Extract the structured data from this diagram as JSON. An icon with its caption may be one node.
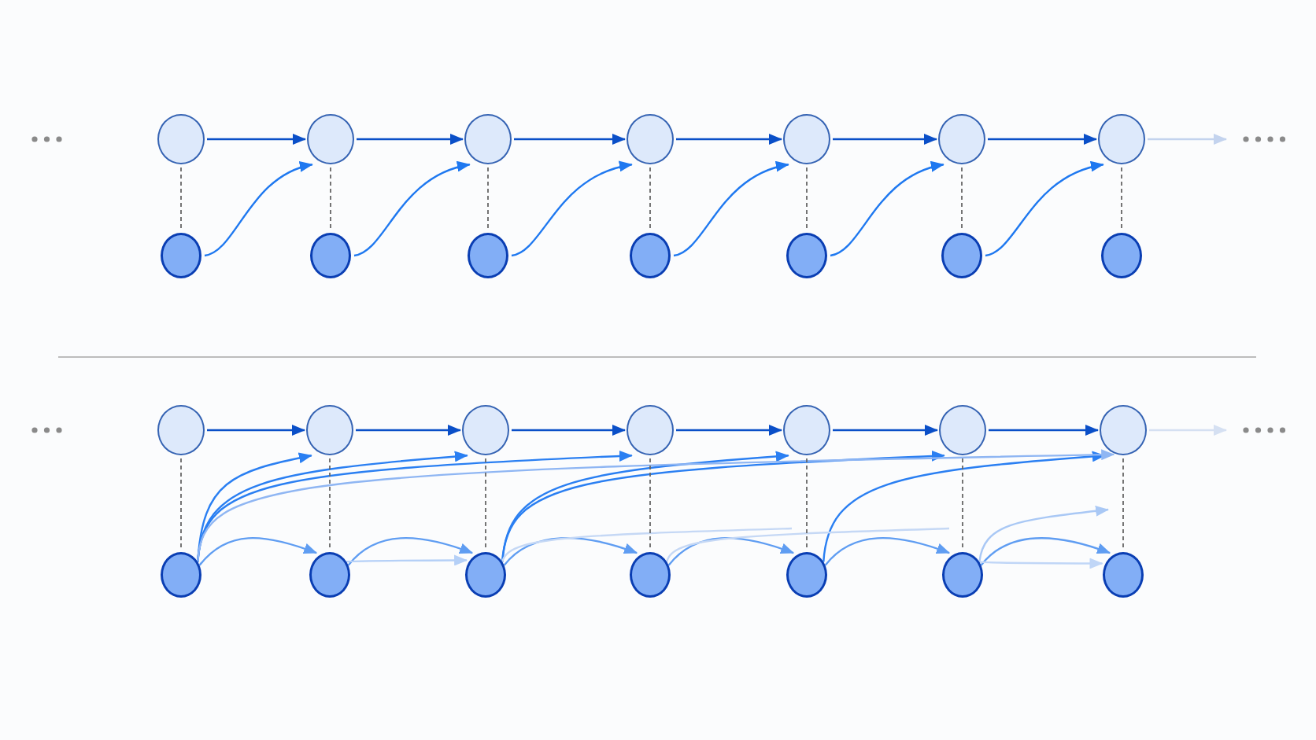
{
  "diagram": {
    "nodes": [
      {
        "text": [],
        "shape": "circle"
      },
      {
        "text": [],
        "shape": "circle"
      },
      {
        "text": [],
        "shape": "circle"
      },
      {
        "text": [],
        "shape": "circle"
      },
      {
        "text": [],
        "shape": "circle"
      },
      {
        "text": [],
        "shape": "circle"
      },
      {
        "text": [],
        "shape": "circle"
      },
      {
        "text": [],
        "shape": "circle"
      },
      {
        "text": [],
        "shape": "circle"
      },
      {
        "text": [],
        "shape": "circle"
      },
      {
        "text": [],
        "shape": "circle"
      },
      {
        "text": [],
        "shape": "circle"
      },
      {
        "text": [],
        "shape": "circle"
      },
      {
        "text": [],
        "shape": "circle"
      },
      {
        "text": [],
        "shape": "circle"
      },
      {
        "text": [],
        "shape": "circle"
      },
      {
        "text": [],
        "shape": "circle"
      },
      {
        "text": [],
        "shape": "circle"
      },
      {
        "text": [],
        "shape": "circle"
      },
      {
        "text": [],
        "shape": "circle"
      },
      {
        "text": [],
        "shape": "circle"
      },
      {
        "text": [],
        "shape": "circle"
      },
      {
        "text": [],
        "shape": "circle"
      },
      {
        "text": [],
        "shape": "circle"
      },
      {
        "text": [],
        "shape": "circle"
      },
      {
        "text": [],
        "shape": "circle"
      },
      {
        "text": [],
        "shape": "circle"
      },
      {
        "text": [],
        "shape": "circle"
      }
    ],
    "edges": [
      {
        "from": 0,
        "to": 1,
        "arrow": "to",
        "color": "#0a4fc8"
      },
      {
        "from": 1,
        "to": 2,
        "arrow": "to",
        "color": "#0a4fc8"
      },
      {
        "from": 2,
        "to": 3,
        "arrow": "to",
        "color": "#0a4fc8"
      },
      {
        "from": 3,
        "to": 4,
        "arrow": "to",
        "color": "#0a4fc8"
      },
      {
        "from": 4,
        "to": 5,
        "arrow": "to",
        "color": "#0a4fc8"
      },
      {
        "from": 5,
        "to": 6,
        "arrow": "to",
        "color": "#0a4fc8"
      },
      {
        "from": 6,
        "to": null,
        "arrow": "to",
        "color": "#c3d3ee"
      },
      {
        "from": 7,
        "to": 1,
        "arrow": "to",
        "color": "#1e78f0"
      },
      {
        "from": 8,
        "to": 2,
        "arrow": "to",
        "color": "#1e78f0"
      },
      {
        "from": 9,
        "to": 3,
        "arrow": "to",
        "color": "#1e78f0"
      },
      {
        "from": 10,
        "to": 4,
        "arrow": "to",
        "color": "#1e78f0"
      },
      {
        "from": 11,
        "to": 5,
        "arrow": "to",
        "color": "#1e78f0"
      },
      {
        "from": 12,
        "to": 6,
        "arrow": "to",
        "color": "#1e78f0"
      },
      {
        "from": 0,
        "to": 7,
        "arrow": "none",
        "style": "dashed",
        "color": "#666666"
      },
      {
        "from": 1,
        "to": 8,
        "arrow": "none",
        "style": "dashed",
        "color": "#666666"
      },
      {
        "from": 2,
        "to": 9,
        "arrow": "none",
        "style": "dashed",
        "color": "#666666"
      },
      {
        "from": 3,
        "to": 10,
        "arrow": "none",
        "style": "dashed",
        "color": "#666666"
      },
      {
        "from": 4,
        "to": 11,
        "arrow": "none",
        "style": "dashed",
        "color": "#666666"
      },
      {
        "from": 5,
        "to": 12,
        "arrow": "none",
        "style": "dashed",
        "color": "#666666"
      },
      {
        "from": 6,
        "to": 13,
        "arrow": "none",
        "style": "dashed",
        "color": "#666666"
      },
      {
        "from": 14,
        "to": 15,
        "arrow": "to",
        "color": "#0a4fc8"
      },
      {
        "from": 15,
        "to": 16,
        "arrow": "to",
        "color": "#0a4fc8"
      },
      {
        "from": 16,
        "to": 17,
        "arrow": "to",
        "color": "#0a4fc8"
      },
      {
        "from": 17,
        "to": 18,
        "arrow": "to",
        "color": "#0a4fc8"
      },
      {
        "from": 18,
        "to": 19,
        "arrow": "to",
        "color": "#0a4fc8"
      },
      {
        "from": 19,
        "to": 20,
        "arrow": "to",
        "color": "#0a4fc8"
      },
      {
        "from": 20,
        "to": null,
        "arrow": "to",
        "color": "#d5e0f2"
      },
      {
        "from": 21,
        "to": 22,
        "arrow": "to",
        "color": "#5f9df2"
      },
      {
        "from": 22,
        "to": 23,
        "arrow": "to",
        "color": "#5f9df2"
      },
      {
        "from": 23,
        "to": 24,
        "arrow": "to",
        "color": "#5f9df2"
      },
      {
        "from": 24,
        "to": 25,
        "arrow": "to",
        "color": "#5f9df2"
      },
      {
        "from": 25,
        "to": 26,
        "arrow": "to",
        "color": "#5f9df2"
      },
      {
        "from": 26,
        "to": 27,
        "arrow": "to",
        "color": "#5f9df2"
      },
      {
        "from": 21,
        "to": 15,
        "arrow": "to",
        "color": "#2a7ff2"
      },
      {
        "from": 21,
        "to": 16,
        "arrow": "to",
        "color": "#2a7ff2"
      },
      {
        "from": 21,
        "to": 17,
        "arrow": "to",
        "color": "#2a7ff2"
      },
      {
        "from": 23,
        "to": 18,
        "arrow": "to",
        "color": "#2a7ff2"
      },
      {
        "from": 23,
        "to": 19,
        "arrow": "to",
        "color": "#2a7ff2"
      },
      {
        "from": 25,
        "to": 20,
        "arrow": "to",
        "color": "#2a7ff2"
      },
      {
        "from": 21,
        "to": 20,
        "arrow": "to",
        "color": "#8fb6f3"
      },
      {
        "from": 22,
        "to": 23,
        "arrow": "to",
        "color": "#b5d0f7"
      },
      {
        "from": 26,
        "to": null,
        "arrow": "to",
        "color": "#a9c8f5"
      },
      {
        "from": 26,
        "to": 27,
        "arrow": "to",
        "color": "#c0d6f7"
      },
      {
        "from": 24,
        "to": null,
        "arrow": "none",
        "color": "#c5d8f5"
      },
      {
        "from": 23,
        "to": null,
        "arrow": "none",
        "color": "#c5d8f5"
      },
      {
        "from": 14,
        "to": 21,
        "arrow": "none",
        "style": "dashed",
        "color": "#666666"
      },
      {
        "from": 15,
        "to": 22,
        "arrow": "none",
        "style": "dashed",
        "color": "#666666"
      },
      {
        "from": 16,
        "to": 23,
        "arrow": "none",
        "style": "dashed",
        "color": "#666666"
      },
      {
        "from": 17,
        "to": 24,
        "arrow": "none",
        "style": "dashed",
        "color": "#666666"
      },
      {
        "from": 18,
        "to": 25,
        "arrow": "none",
        "style": "dashed",
        "color": "#666666"
      },
      {
        "from": 19,
        "to": 26,
        "arrow": "none",
        "style": "dashed",
        "color": "#666666"
      },
      {
        "from": 20,
        "to": 27,
        "arrow": "none",
        "style": "dashed",
        "color": "#666666"
      }
    ]
  }
}
